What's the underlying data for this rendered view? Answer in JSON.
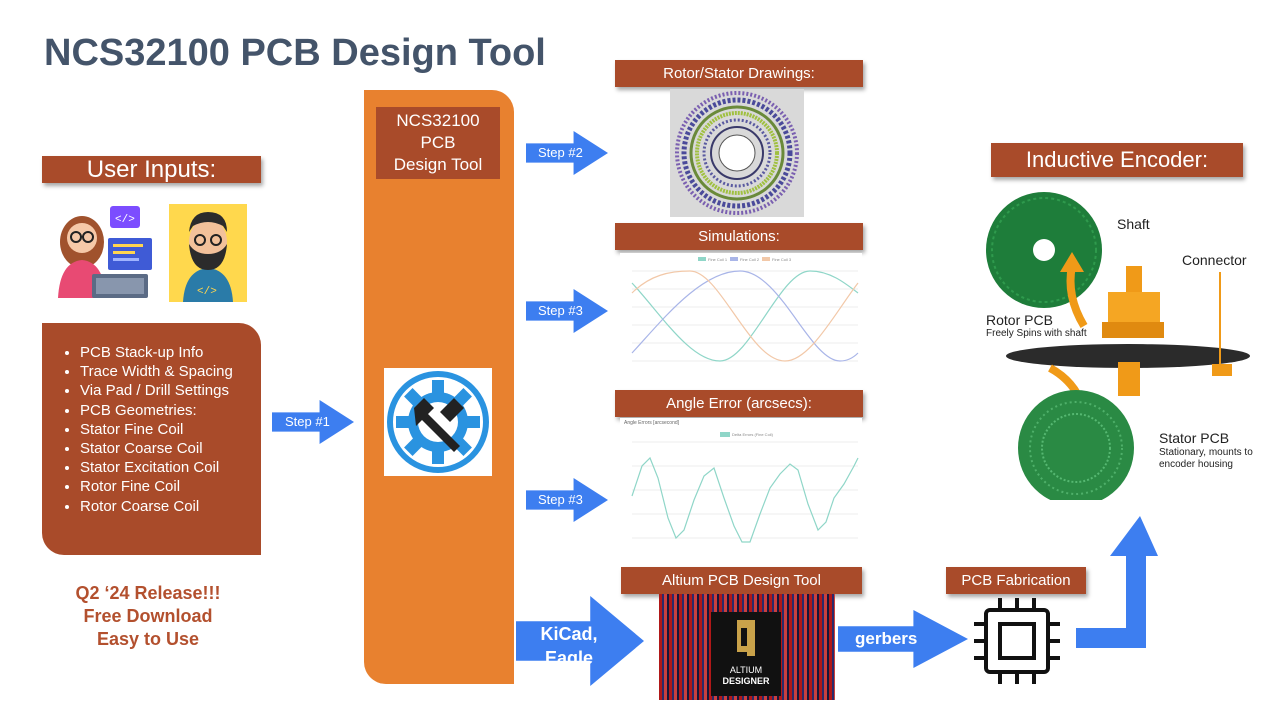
{
  "title": "NCS32100 PCB Design Tool",
  "user_inputs": {
    "header": "User Inputs:",
    "items": [
      "PCB Stack-up Info",
      "Trace Width & Spacing",
      "Via Pad / Drill Settings",
      "PCB Geometries:",
      "Stator Fine Coil",
      "Stator Coarse Coil",
      "Stator Excitation Coil",
      "Rotor Fine Coil",
      "Rotor Coarse Coil"
    ]
  },
  "release": {
    "line1": "Q2 ‘24 Release!!!",
    "line2": "Free Download",
    "line3": "Easy to Use"
  },
  "tool": {
    "line1": "NCS32100",
    "line2": "PCB",
    "line3": "Design Tool"
  },
  "steps": {
    "step1": "Step #1",
    "step2": "Step #2",
    "step3a": "Step #3",
    "step3b": "Step #3",
    "kicad_line1": "KiCad,",
    "kicad_line2": "Eagle",
    "gerbers": "gerbers"
  },
  "sections": {
    "rotor_stator": "Rotor/Stator Drawings:",
    "simulations": "Simulations:",
    "angle_error": "Angle Error (arcsecs):",
    "altium": "Altium PCB Design Tool",
    "fabrication": "PCB Fabrication",
    "encoder": "Inductive Encoder:"
  },
  "simulation_chart": {
    "legend": [
      "Fine Coil 1",
      "Fine Coil 2",
      "Fine Coil 3"
    ]
  },
  "angle_chart": {
    "title": "Angle Errors [arcsecond]",
    "legend": [
      "Delta Errors (Fine Coil)"
    ]
  },
  "altium_logo": {
    "line1": "ALTIUM",
    "line2": "DESIGNER"
  },
  "encoder_labels": {
    "shaft": "Shaft",
    "connector": "Connector",
    "rotor": "Rotor PCB",
    "rotor_sub": "Freely Spins with shaft",
    "stator": "Stator PCB",
    "stator_sub1": "Stationary, mounts to",
    "stator_sub2": "encoder housing"
  },
  "colors": {
    "accent": "#a94b2a",
    "tool_orange": "#e8812f",
    "arrow_blue": "#3d7ef0",
    "title": "#44546a",
    "pcb_green": "#1e7d3a"
  }
}
